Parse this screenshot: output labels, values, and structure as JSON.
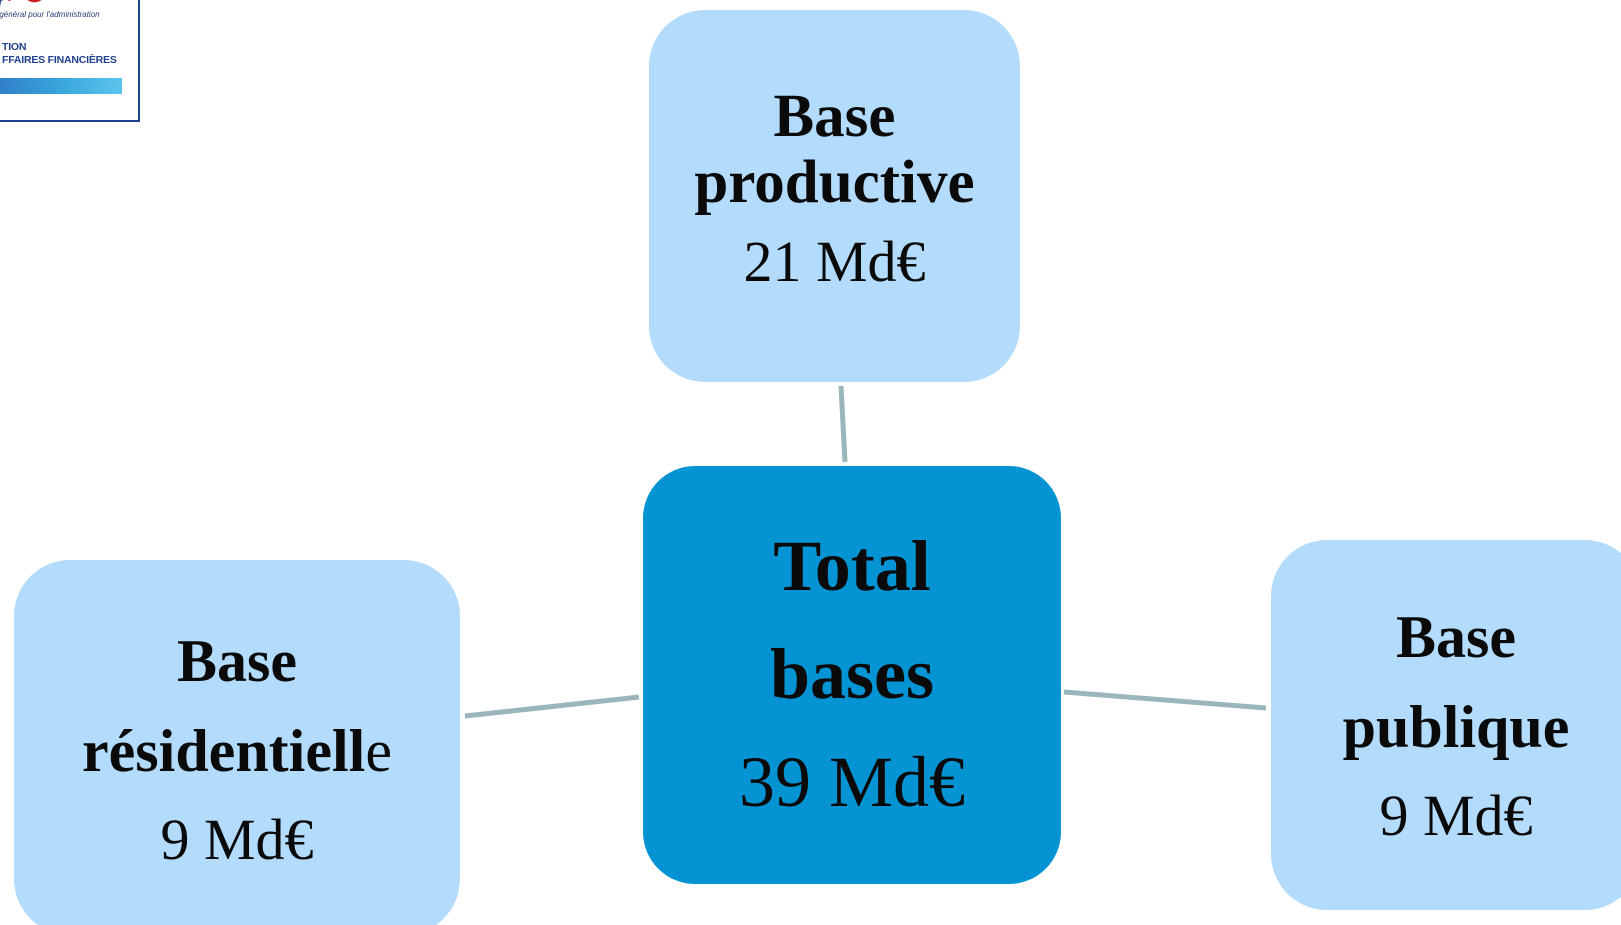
{
  "logo": {
    "tagline": "…riat général pour l'administration",
    "direction_line1": "TION",
    "direction_line2": "FFAIRES FINANCIÈRES"
  },
  "diagram": {
    "center": {
      "title_line1": "Total",
      "title_line2": "bases",
      "value": "39 Md€"
    },
    "top": {
      "title_line1": "Base",
      "title_line2": "productive",
      "value": "21 Md€"
    },
    "left": {
      "title_line1": "Base",
      "title_line2_bold": "résidentiell",
      "title_line2_tail": "e",
      "value": "9 Md€"
    },
    "right": {
      "title_line1": "Base",
      "title_line2": "publique",
      "value": "9 Md€"
    }
  },
  "colors": {
    "center_fill": "#0494d4",
    "outer_fill": "#b3dbfc",
    "connector": "#9bb5bd",
    "logo_border": "#1f3f8f",
    "logo_red": "#d01c1c"
  }
}
